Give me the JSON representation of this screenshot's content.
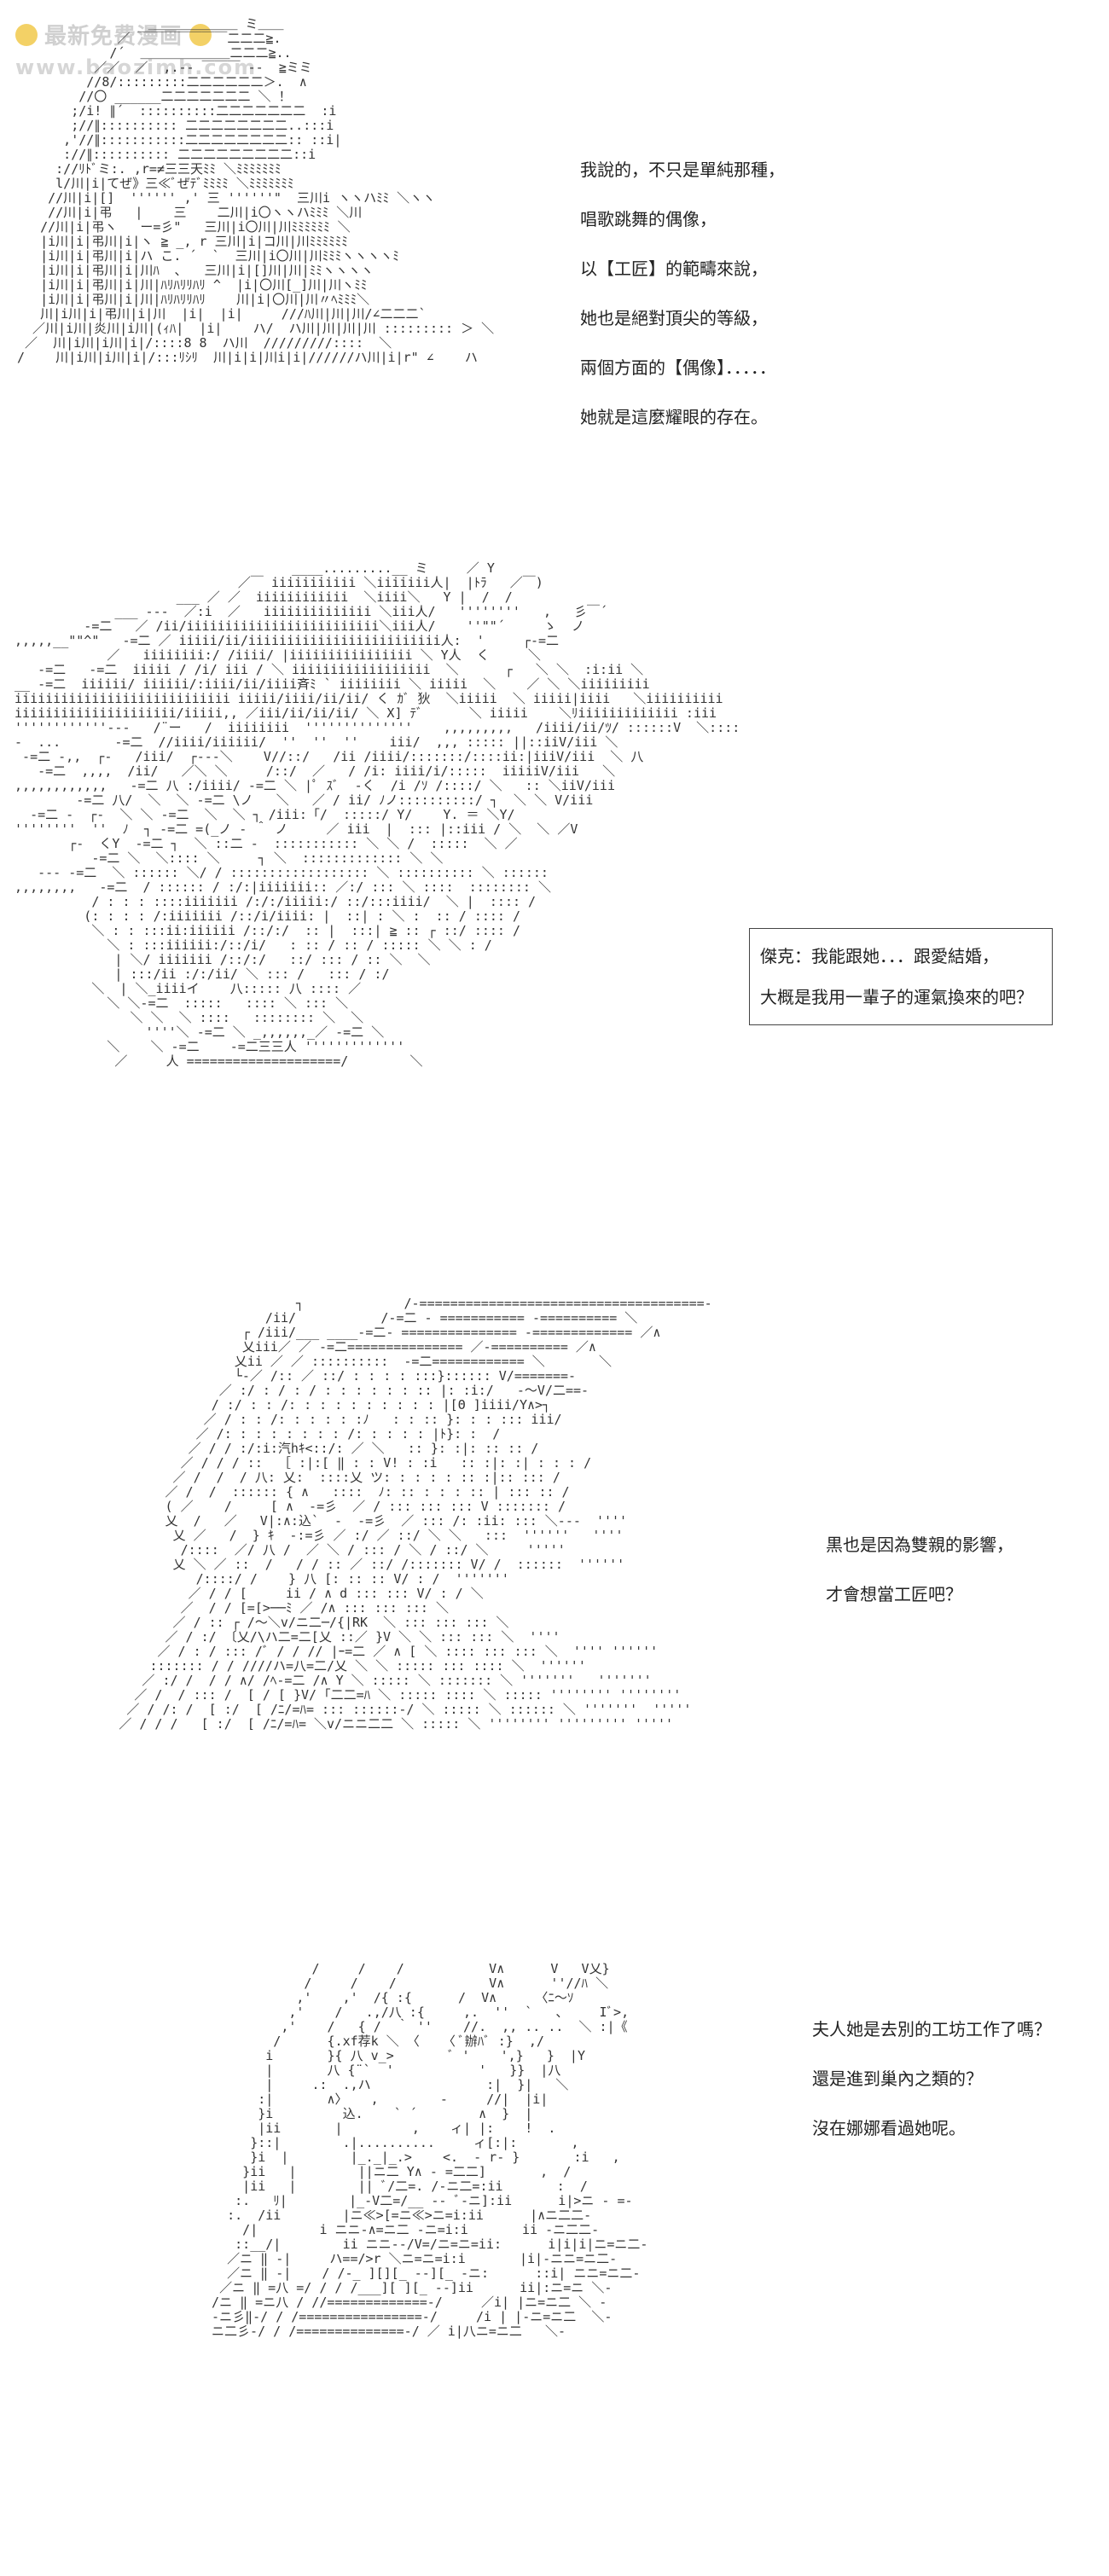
{
  "watermark": {
    "title": "最新免费漫画",
    "url": "www.baozimh.com"
  },
  "panels": [
    {
      "lines": [
        "我說的，不只是單純那種，",
        "唱歌跳舞的偶像，",
        "以【工匠】的範疇來說，",
        "她也是絕對頂尖的等級，",
        "兩個方面的【偶像】．．．．．",
        "她就是這麼耀眼的存在。"
      ]
    },
    {
      "lines": [
        "傑克：我能跟她．．．跟愛結婚，",
        "大概是我用一輩子的運氣換來的吧？"
      ]
    },
    {
      "lines": [
        "黒也是因為雙親的影響，",
        "才會想當工匠吧？"
      ]
    },
    {
      "lines": [
        "夫人她是去別的工坊工作了嗎？",
        "還是進到巢內之類的？",
        "沒在娜娜看過她呢。"
      ]
    }
  ]
}
